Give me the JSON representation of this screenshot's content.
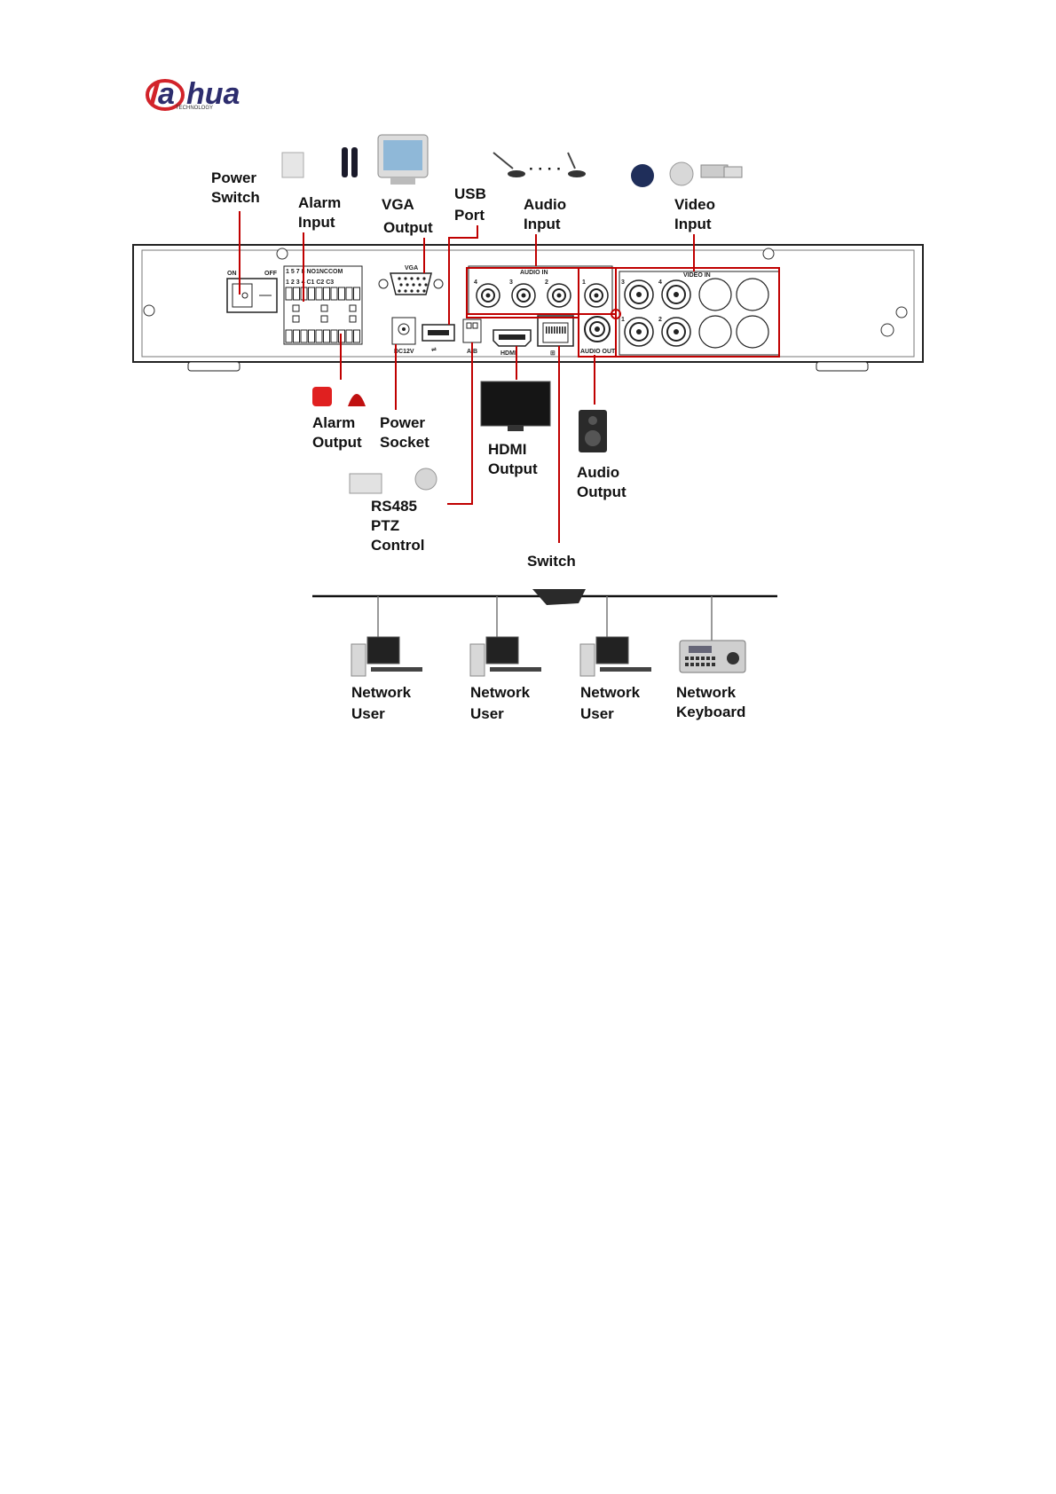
{
  "brand": {
    "name_prefix": "a",
    "name_rest": "hua",
    "sub": "TECHNOLOGY",
    "accent": "#d2232a",
    "ink": "#2d2d6e"
  },
  "colors": {
    "callout": "#c00000",
    "panel_line": "#222222"
  },
  "labels": {
    "power_switch": [
      "Power",
      "Switch"
    ],
    "alarm_input": [
      "Alarm",
      "Input"
    ],
    "vga_output": [
      "VGA",
      "Output"
    ],
    "usb_port": [
      "USB",
      "Port"
    ],
    "audio_input": [
      "Audio",
      "Input"
    ],
    "video_input": [
      "Video",
      "Input"
    ],
    "alarm_output": [
      "Alarm",
      "Output"
    ],
    "power_socket": [
      "Power",
      "Socket"
    ],
    "hdmi_output": [
      "HDMI",
      "Output"
    ],
    "audio_output": [
      "Audio",
      "Output"
    ],
    "rs485": [
      "RS485",
      "PTZ",
      "Control"
    ],
    "switch": "Switch",
    "network_user_1": [
      "Network",
      "User"
    ],
    "network_user_2": [
      "Network",
      "User"
    ],
    "network_user_3": [
      "Network",
      "User"
    ],
    "network_keyboard": [
      "Network",
      "Keyboard"
    ]
  },
  "panel": {
    "on": "ON",
    "off": "OFF",
    "vga": "VGA",
    "audio_in": "AUDIO IN",
    "video_in": "VIDEO IN",
    "audio_out": "AUDIO OUT",
    "dc": "DC12V",
    "ab": "A/B",
    "hdmi": "HDMI",
    "alarm_top": [
      "1",
      "5",
      "7",
      "8",
      "NO1NCCOM"
    ],
    "alarm_bottom": [
      "1",
      "2",
      "3",
      "4",
      "C1",
      "C2",
      "C3"
    ],
    "audio_nums": [
      "4",
      "3",
      "2",
      "1"
    ],
    "video_nums": [
      "3",
      "4",
      "1",
      "2"
    ]
  }
}
